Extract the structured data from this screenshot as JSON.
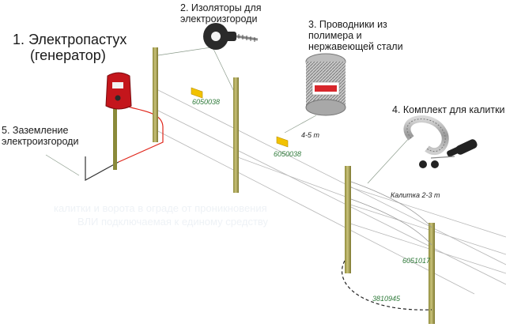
{
  "labels": {
    "energizer": {
      "line1": "1. Электропастух",
      "line2": "(генератор)"
    },
    "insulators": {
      "line1": "2. Изоляторы для",
      "line2": "электроизгороди"
    },
    "conductors": {
      "line1": "3. Проводники из",
      "line2": "полимера и",
      "line3": "нержавеющей стали"
    },
    "gate_kit": {
      "line1": "4. Комплект для калитки"
    },
    "grounding": {
      "line1": "5. Заземление",
      "line2": "электроизгороди"
    }
  },
  "codes": {
    "sign_1": "6050038",
    "sign_2": "6050038",
    "gate": "6051017",
    "cable": "3810945"
  },
  "distances": {
    "post_spacing": "4-5 m",
    "gate_span": "Калитка 2-3 m"
  },
  "background": {
    "line1": "калитки и ворота в ограде от проникновения",
    "line2": "ВЛИ подключаемая к единому средству"
  },
  "colors": {
    "energizer_red": "#c4161c",
    "code_green": "#2f7a3a",
    "sign_yellow": "#f2c200",
    "post_olive": "#c9c27a",
    "lead_wire_red": "#e0261b"
  }
}
